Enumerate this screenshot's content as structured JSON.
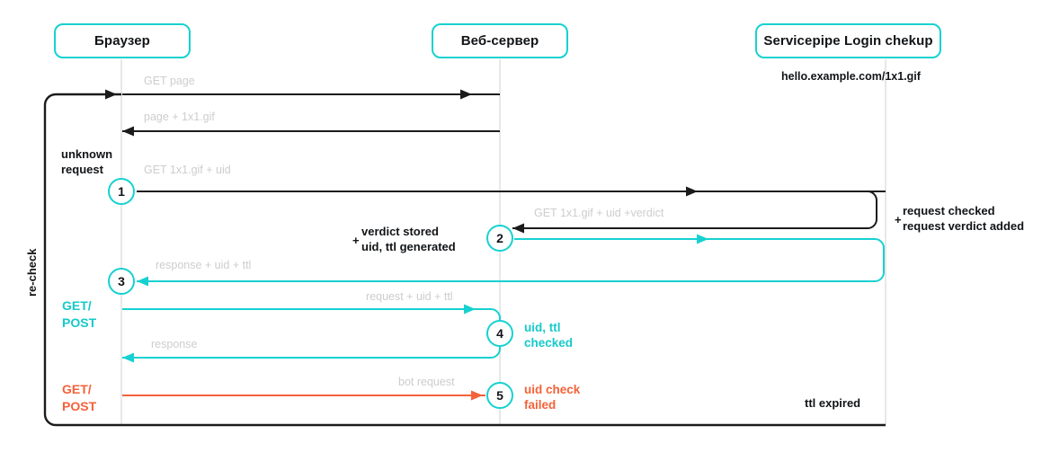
{
  "diagram": {
    "title_note": "re-check",
    "actors": [
      {
        "id": "browser",
        "label": "Браузер"
      },
      {
        "id": "webserver",
        "label": "Веб-сервер"
      },
      {
        "id": "checkup",
        "label": "Servicepipe Login chekup"
      }
    ],
    "checkup_url": "hello.example.com/1x1.gif",
    "messages": [
      {
        "id": "m1",
        "label": "GET page"
      },
      {
        "id": "m2",
        "label": "page + 1x1.gif"
      },
      {
        "id": "m3",
        "label": "GET 1x1.gif + uid"
      },
      {
        "id": "m4",
        "label": "GET 1x1.gif + uid +verdict"
      },
      {
        "id": "m5",
        "label": "response + uid + ttl"
      },
      {
        "id": "m6",
        "label": "request + uid + ttl"
      },
      {
        "id": "m7",
        "label": "response"
      },
      {
        "id": "m8",
        "label": "bot request"
      }
    ],
    "steps": [
      {
        "n": "1"
      },
      {
        "n": "2"
      },
      {
        "n": "3"
      },
      {
        "n": "4"
      },
      {
        "n": "5"
      }
    ],
    "notes": {
      "unknown_request_l1": "unknown",
      "unknown_request_l2": "request",
      "request_checked_l1": "request checked",
      "request_checked_l2": "request verdict added",
      "verdict_stored_l1": "verdict stored",
      "verdict_stored_l2": "uid, ttl generated",
      "uid_ttl_checked_l1": "uid, ttl",
      "uid_ttl_checked_l2": "checked",
      "uid_check_failed_l1": "uid check",
      "uid_check_failed_l2": "failed",
      "ttl_expired": "ttl expired",
      "plus_1": "+",
      "plus_2": "+",
      "verb_cyan_l1": "GET/",
      "verb_cyan_l2": "POST",
      "verb_orange_l1": "GET/",
      "verb_orange_l2": "POST"
    },
    "colors": {
      "cyan": "#17d1d1",
      "cyan_text": "#17c9c9",
      "orange": "#f4623a",
      "black": "#1b1b1b",
      "label_gray": "#cdcdcd",
      "lifeline_gray": "#e3e3e3"
    }
  }
}
